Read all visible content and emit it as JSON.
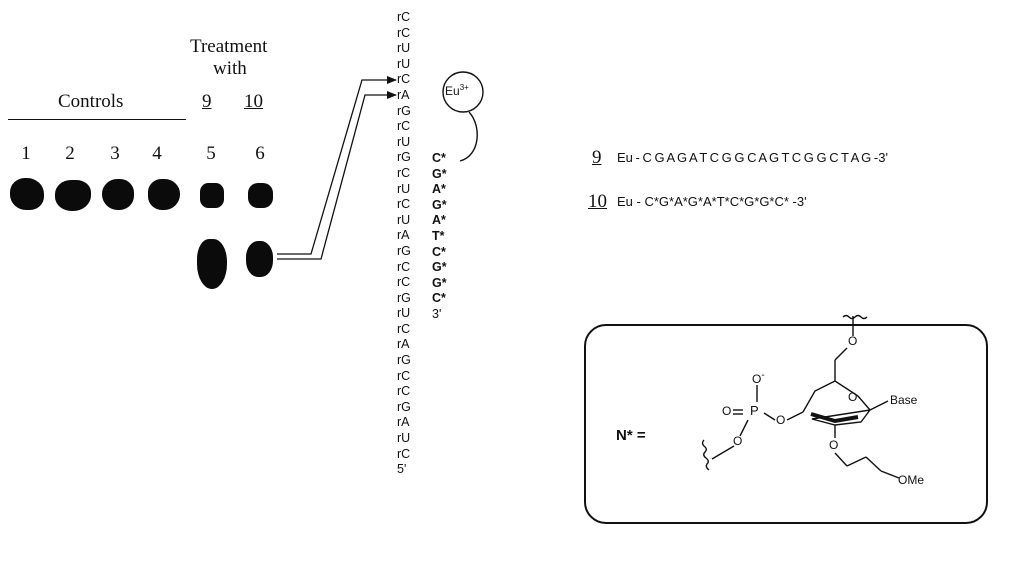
{
  "header": {
    "treatment_line1": "Treatment",
    "treatment_line2": "with",
    "controls": "Controls",
    "compound_9": "9",
    "compound_10": "10"
  },
  "lanes": [
    "1",
    "2",
    "3",
    "4",
    "5",
    "6"
  ],
  "rna_strand": [
    "rC",
    "rC",
    "rU",
    "rU",
    "rC",
    "rA",
    "rG",
    "rC",
    "rU",
    "rG",
    "rC",
    "rU",
    "rC",
    "rU",
    "rA",
    "rG",
    "rC",
    "rC",
    "rG",
    "rU",
    "rC",
    "rA",
    "rG",
    "rC",
    "rC",
    "rG",
    "rA",
    "rU",
    "rC",
    "5'"
  ],
  "dna_strand": [
    "C*",
    "G*",
    "A*",
    "G*",
    "A*",
    "T*",
    "C*",
    "G*",
    "G*",
    "C*",
    "3'"
  ],
  "metal_label": "Eu",
  "metal_charge": "3+",
  "sequences": [
    {
      "number": "9",
      "text": "Eu - C G  A G A  T C G  G C A G T C G G C T A G -3'"
    },
    {
      "number": "10",
      "text": "Eu - C*G*A*G*A*T*C*G*G*C* -3'"
    }
  ],
  "structure": {
    "label": "N* =",
    "phosphate_o_minus": "O",
    "minus": "-",
    "p": "P",
    "o_double": "O",
    "o_bridge": "O",
    "o_ester": "O",
    "o_ring": "O",
    "o_top": "O",
    "o_2prime": "O",
    "base": "Base",
    "ome": "OMe"
  }
}
